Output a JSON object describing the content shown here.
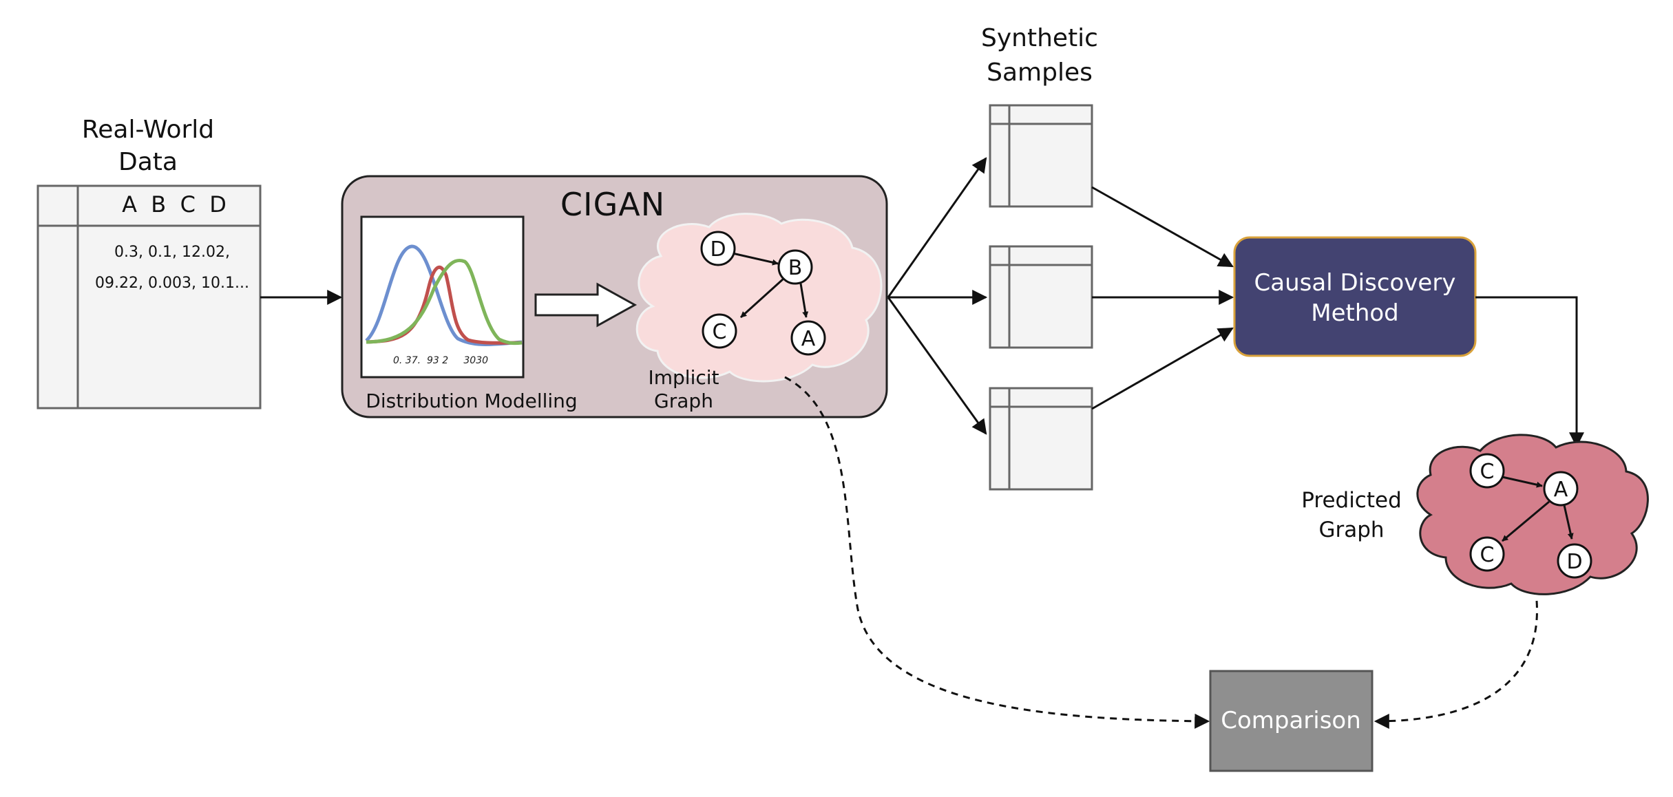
{
  "real_world_data": {
    "title_line1": "Real-World",
    "title_line2": "Data",
    "columns": "A  B  C  D",
    "values_line1": "0.3, 0.1, 12.02,",
    "values_line2": "09.22, 0.003, 10.1..."
  },
  "cigan": {
    "title": "CIGAN",
    "distribution_label": "Distribution Modelling",
    "distribution_ticks": "0. 37.  93 2     3030",
    "implicit_graph_line1": "Implicit",
    "implicit_graph_line2": "Graph",
    "nodes": [
      "D",
      "B",
      "C",
      "A"
    ],
    "curve_colors": {
      "blue": "#6d8fcf",
      "red": "#c0504d",
      "green": "#7fb55a"
    },
    "box_color": "#d6c5c8",
    "cloud_color": "#f9dcdc"
  },
  "synthetic": {
    "title_line1": "Synthetic",
    "title_line2": "Samples"
  },
  "causal_discovery": {
    "line1": "Causal Discovery",
    "line2": "Method",
    "fill_color": "#434371",
    "border_color": "#d9a23b"
  },
  "predicted_graph": {
    "label_line1": "Predicted",
    "label_line2": "Graph",
    "nodes": [
      "C",
      "A",
      "C",
      "D"
    ],
    "cloud_color": "#d47f8c"
  },
  "comparison": {
    "label": "Comparison",
    "fill_color": "#8f8f8f"
  }
}
